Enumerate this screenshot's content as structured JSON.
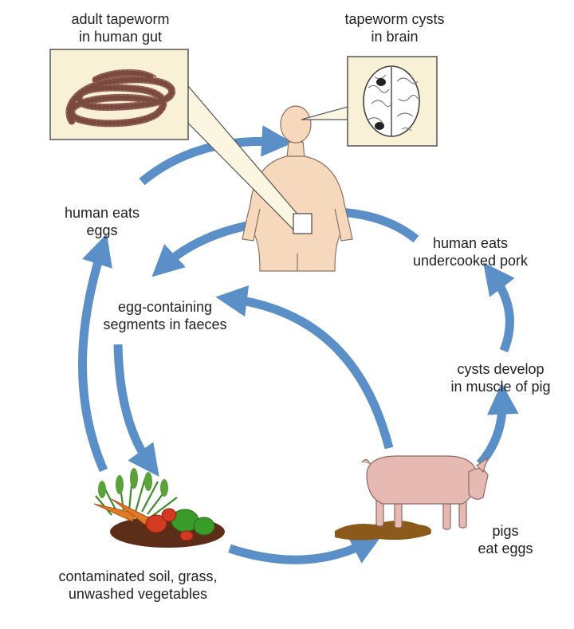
{
  "colors": {
    "arrow": "#5b8fc7",
    "skin": "#f6d9bd",
    "callout": "#f8f1d5",
    "worm": "#c98d80",
    "pig": "#e6b9b3",
    "soil": "#5c2d17"
  },
  "labels": {
    "adult_tapeworm": [
      "adult tapeworm",
      "in human gut"
    ],
    "cysts_brain": [
      "tapeworm cysts",
      "in brain"
    ],
    "human_eats_eggs": [
      "human eats",
      "eggs"
    ],
    "human_eats_pork": [
      "human eats",
      "undercooked pork"
    ],
    "egg_segments": [
      "egg-containing",
      "segments in faeces"
    ],
    "cysts_muscle": [
      "cysts develop",
      "in muscle of pig"
    ],
    "pigs_eat_eggs": [
      "pigs",
      "eat eggs"
    ],
    "contaminated": [
      "contaminated soil, grass,",
      "unwashed vegetables"
    ]
  }
}
